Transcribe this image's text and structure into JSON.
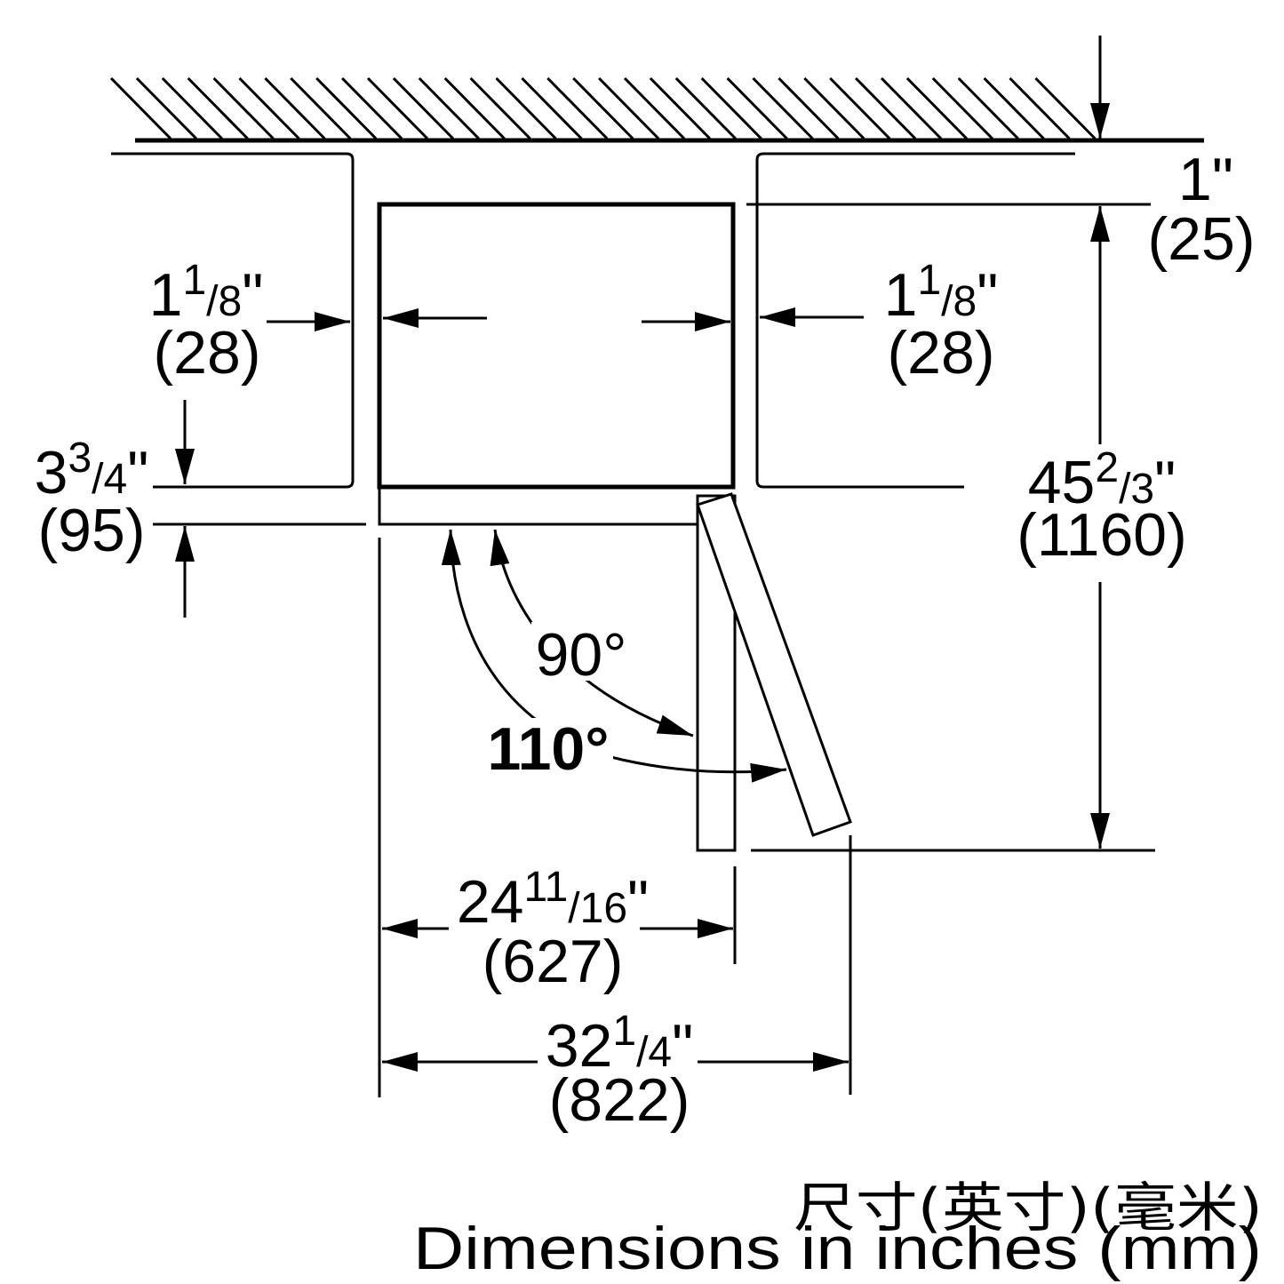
{
  "dimensions": {
    "top_clearance": {
      "inch": "1\"",
      "mm": "(25)"
    },
    "left_side_gap": {
      "whole": "1",
      "num": "1",
      "den": "/8",
      "unit": "\"",
      "mm": "(28)"
    },
    "right_side_gap": {
      "whole": "1",
      "num": "1",
      "den": "/8",
      "unit": "\"",
      "mm": "(28)"
    },
    "door_setback": {
      "whole": "3",
      "num": "3",
      "den": "/4",
      "unit": "\"",
      "mm": "(95)"
    },
    "total_depth": {
      "whole": "45",
      "num": "2",
      "den": "/3",
      "unit": "\"",
      "mm": "(1160)"
    },
    "width_door_90": {
      "whole": "24",
      "num": "11",
      "den": "/16",
      "unit": "\"",
      "mm": "(627)"
    },
    "width_door_110": {
      "whole": "32",
      "num": "1",
      "den": "/4",
      "unit": "\"",
      "mm": "(822)"
    }
  },
  "angles": {
    "door_open_90": "90°",
    "door_open_110": "110°"
  },
  "caption": {
    "english": "Dimensions in inches (mm)",
    "chinese": "尺寸(英寸)(毫米)"
  }
}
